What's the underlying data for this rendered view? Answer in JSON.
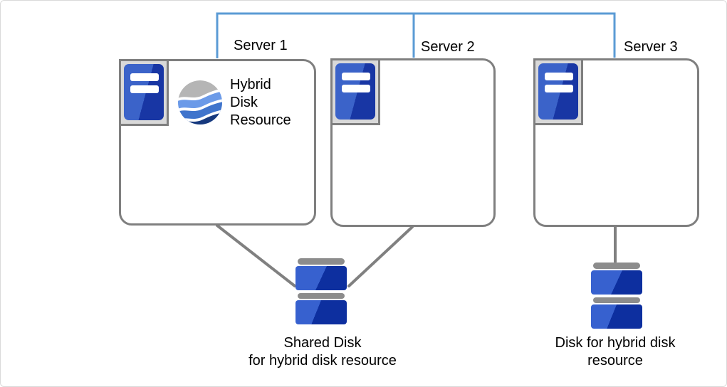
{
  "servers": [
    {
      "label": "Server 1"
    },
    {
      "label": "Server 2"
    },
    {
      "label": "Server 3"
    }
  ],
  "hybrid_disk_resource": {
    "lines": [
      "Hybrid",
      "Disk",
      "Resource"
    ]
  },
  "shared_disk": {
    "lines": [
      "Shared Disk",
      "for hybrid disk resource"
    ]
  },
  "hybrid_disk": {
    "lines": [
      "Disk for hybrid disk",
      "resource"
    ]
  },
  "colors": {
    "network_line": "#5b9bd5",
    "connector_line": "#808080",
    "box_border": "#7f7f7f",
    "server_frame_fill": "#d9d9d9",
    "server_blue_light": "#3b63c9",
    "server_blue_dark": "#1836a4",
    "disk_blue_light": "#3761cf",
    "disk_blue_dark": "#0d2f9f",
    "disk_bar_gray": "#8c8c8c",
    "sphere_gray": "#b5b5b5",
    "sphere_blue_light": "#6b9ae8",
    "sphere_blue_mid": "#3f74cc",
    "sphere_blue_dark": "#16397e"
  }
}
